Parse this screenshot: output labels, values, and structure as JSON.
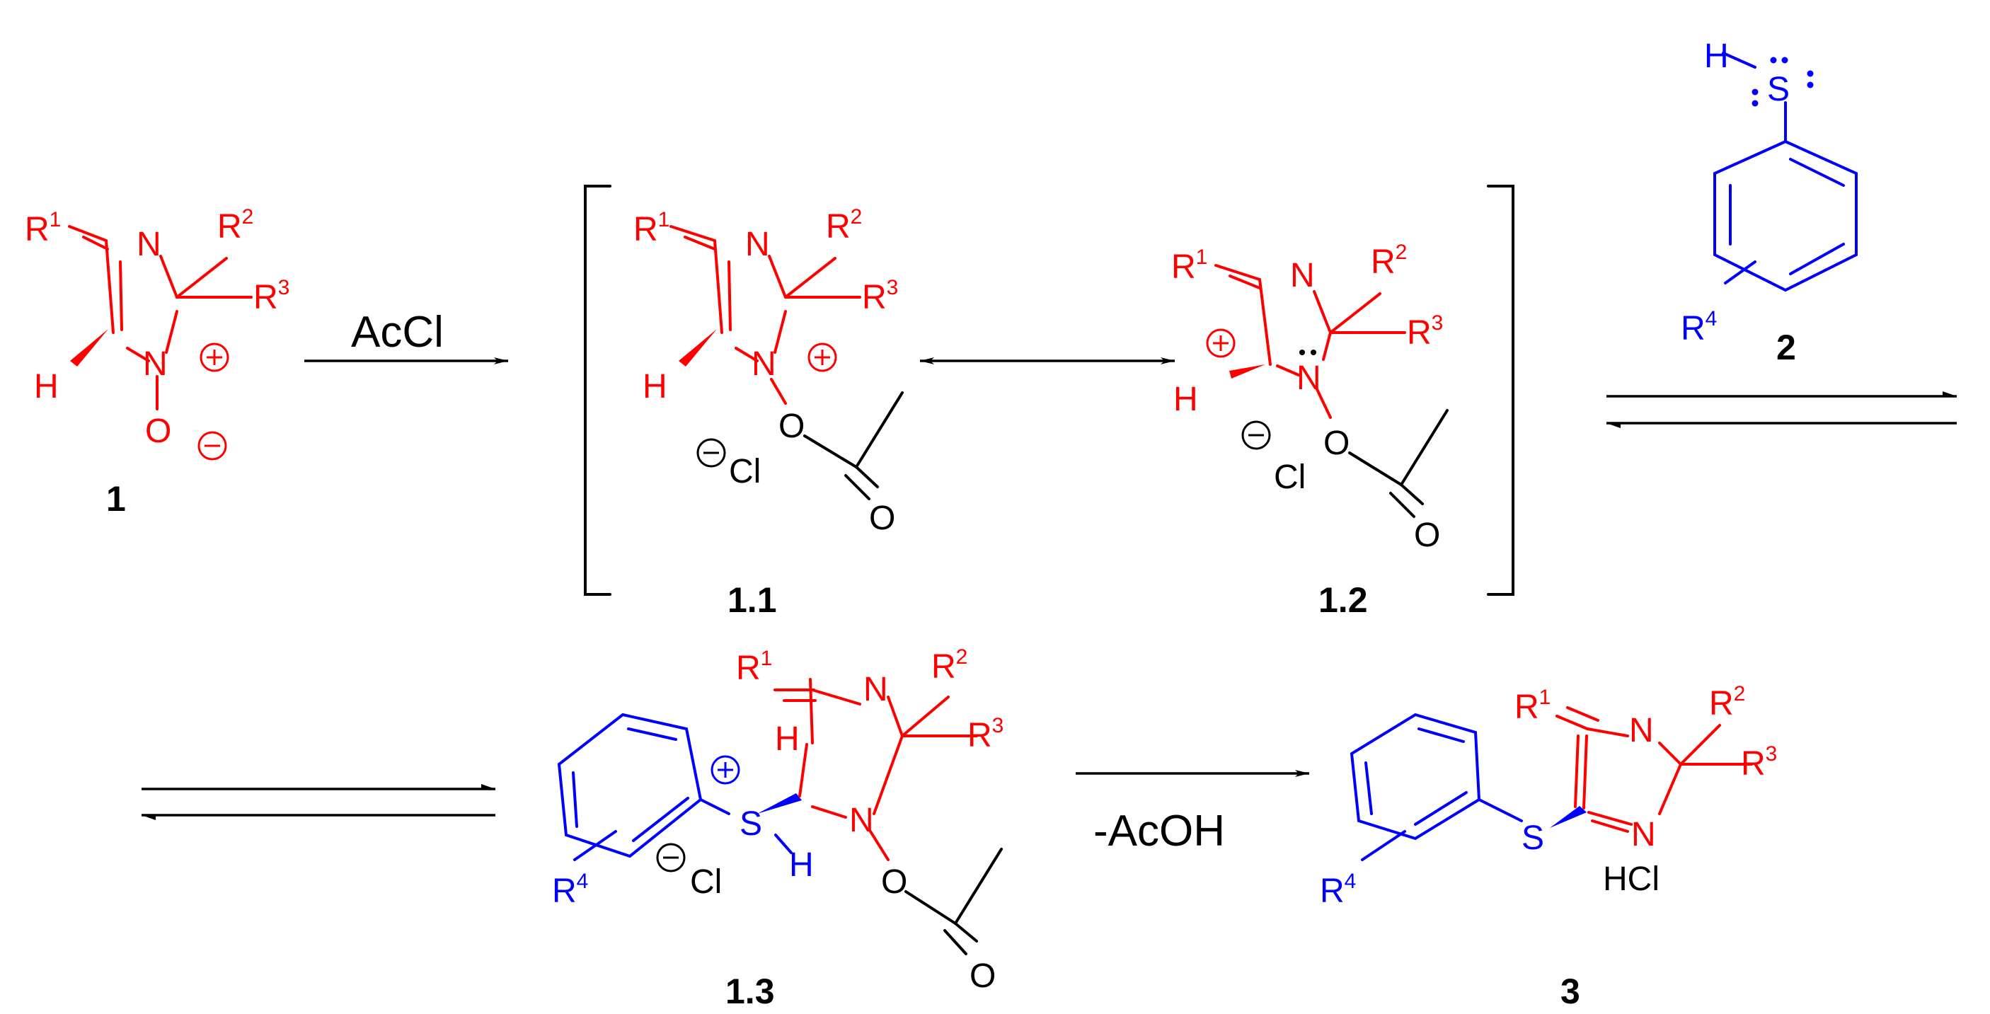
{
  "compounds": {
    "c1": "1",
    "c1_1": "1.1",
    "c1_2": "1.2",
    "c2": "2",
    "c1_3": "1.3",
    "c3": "3"
  },
  "reagents": {
    "acetyl_chloride": "AcCl",
    "acetic_acid_loss": "-AcOH"
  },
  "atoms": {
    "R": "R",
    "N": "N",
    "O": "O",
    "H": "H",
    "S": "S",
    "Cl": "Cl",
    "HCl": "HCl"
  },
  "superscripts": {
    "one": "1",
    "two": "2",
    "three": "3",
    "four": "4"
  },
  "charges": {
    "plus": "+",
    "minus": "−"
  },
  "colors": {
    "imidazoline": "#ff0000",
    "thiol": "#0000ff",
    "acyl": "#000000"
  }
}
